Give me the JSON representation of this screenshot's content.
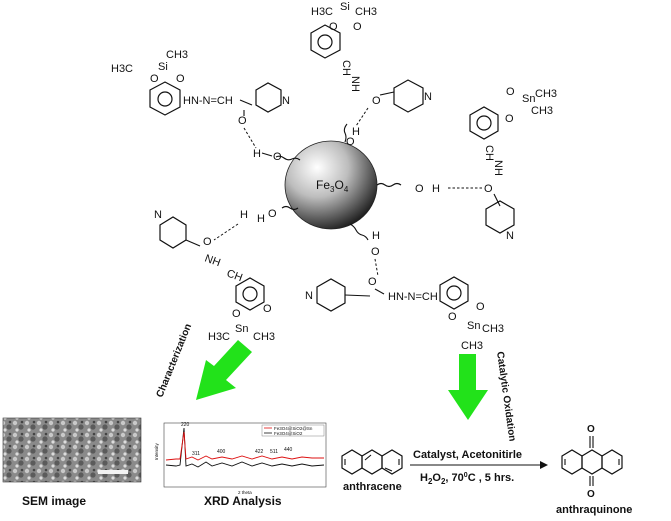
{
  "core": {
    "label": "Fe3O4",
    "label_main": "Fe",
    "label_sub1": "3",
    "label_o": "O",
    "label_sub2": "4"
  },
  "ligand": {
    "sn_unit": "Sn",
    "si_unit": "Si",
    "methyl": "CH3",
    "methyl_left": "H3C",
    "oxygen": "O",
    "hydrogen": "H",
    "nitrogen": "N",
    "hydrazone_nh": "NH",
    "hydrazone_ch": "CH",
    "hydrazone_link": "HN-N=CH",
    "carbonyl": "C=O"
  },
  "arrows": {
    "left_label": "Characterization",
    "right_label": "Catalytic Oxidation",
    "left_color": "#22e21a",
    "right_color": "#22e21a"
  },
  "characterization": {
    "sem_label": "SEM image",
    "xrd_label": "XRD Analysis"
  },
  "chart_data": {
    "type": "line",
    "title": "",
    "xlabel": "2 theta",
    "ylabel": "Intensity",
    "legend": [
      "Fe3O4@SiO2@Sn",
      "Fe3O4@SiO2"
    ],
    "peaks": [
      "220",
      "311",
      "400",
      "422",
      "511",
      "440"
    ]
  },
  "reaction": {
    "reactant": "anthracene",
    "product": "anthraquinone",
    "conditions_top": "Catalyst, Acetonitirle",
    "conditions_bottom_prefix": "H",
    "conditions_bottom_sub1": "2",
    "conditions_bottom_mid": "O",
    "conditions_bottom_sub2": "2",
    "conditions_bottom_rest": ", 70",
    "conditions_bottom_deg": "0",
    "conditions_bottom_tail": "C , 5 hrs.",
    "product_oxygen": "O"
  }
}
